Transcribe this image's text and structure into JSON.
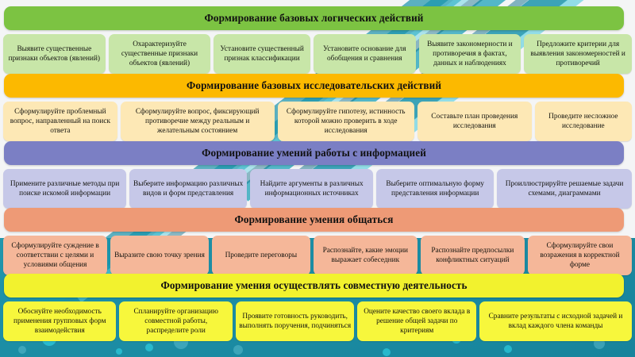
{
  "colors": {
    "background_teal": "#1d8fa6",
    "bubble_cyan": "#33e0f0",
    "group1_banner": "#7cc342",
    "group1_card": "#c8e6a8",
    "group2_banner": "#fcb900",
    "group2_card": "#fde8b5",
    "group3_banner": "#7b7fc4",
    "group3_card": "#c6c8e8",
    "group4_banner": "#ee9a76",
    "group4_card": "#f5b799",
    "group5_banner": "#f2f22e",
    "group5_card": "#f7f73c"
  },
  "groups": [
    {
      "id": "logical-actions",
      "banner": "Формирование базовых логических действий",
      "banner_color": "#7cc342",
      "card_color": "#c8e6a8",
      "cards": [
        {
          "text": "Выявите существенные признаки объектов (явлений)",
          "flex": 17
        },
        {
          "text": "Охарактеризуйте существенные признаки объектов (явлений)",
          "flex": 17
        },
        {
          "text": "Установите существенный признак классификации",
          "flex": 16
        },
        {
          "text": "Установите основание для обобщения и сравнения",
          "flex": 17
        },
        {
          "text": "Выявите закономерности и противоречия в фактах, данных и наблюдениях",
          "flex": 17
        },
        {
          "text": "Предложите критерии для выявления закономерностей и противоречий",
          "flex": 18
        }
      ]
    },
    {
      "id": "research-actions",
      "banner": "Формирование базовых исследовательских действий",
      "banner_color": "#fcb900",
      "card_color": "#fde8b5",
      "cards": [
        {
          "text": "Сформулируйте проблемный вопрос, направленный на поиск ответа",
          "flex": 19
        },
        {
          "text": "Сформулируйте вопрос, фиксирующий противоречие между реальным и желательным состоянием",
          "flex": 26
        },
        {
          "text": "Сформулируйте гипотезу, истинность которой можно проверить в ходе исследования",
          "flex": 23
        },
        {
          "text": "Составьте план проведения исследования",
          "flex": 19
        },
        {
          "text": "Проведите несложное исследование",
          "flex": 16
        }
      ]
    },
    {
      "id": "information-skills",
      "banner": "Формирование умений работы с информацией",
      "banner_color": "#7b7fc4",
      "card_color": "#c6c8e8",
      "cards": [
        {
          "text": "Примените различные методы при поиске искомой информации",
          "flex": 20
        },
        {
          "text": "Выберите информацию различных видов и форм представления",
          "flex": 19
        },
        {
          "text": "Найдите аргументы в различных информационных источниках",
          "flex": 20
        },
        {
          "text": "Выберите оптимальную форму представления информации",
          "flex": 19
        },
        {
          "text": "Проиллюстрируйте решаемые задачи схемами, диаграммами",
          "flex": 22
        }
      ]
    },
    {
      "id": "communication-skills",
      "banner": "Формирование умения общаться",
      "banner_color": "#ee9a76",
      "card_color": "#f5b799",
      "cards": [
        {
          "text": "Сформулируйте суждение в соответствии с целями и условиями общения",
          "flex": 17
        },
        {
          "text": "Выразите свою точку зрения",
          "flex": 16
        },
        {
          "text": "Проведите переговоры",
          "flex": 16
        },
        {
          "text": "Распознайте, какие эмоции выражает собеседник",
          "flex": 17
        },
        {
          "text": "Распознайте предпосылки конфликтных ситуаций",
          "flex": 17
        },
        {
          "text": "Сформулируйте свои возражения в корректной форме",
          "flex": 17
        }
      ]
    },
    {
      "id": "joint-activity-skills",
      "banner": "Формирование умения осуществлять совместную деятельность",
      "banner_color": "#f2f22e",
      "card_color": "#f7f73c",
      "cards": [
        {
          "text": "Обоснуйте необходимость применения групповых форм взаимодействия",
          "flex": 19
        },
        {
          "text": "Спланируйте организацию совместной работы, распределите роли",
          "flex": 19
        },
        {
          "text": "Проявите готовность руководить, выполнять поручения, подчиняться",
          "flex": 20
        },
        {
          "text": "Оцените качество своего вклада в решение общей задачи по критериям",
          "flex": 20
        },
        {
          "text": "Сравните результаты с исходной задачей и вклад каждого члена команды",
          "flex": 26
        }
      ]
    }
  ]
}
